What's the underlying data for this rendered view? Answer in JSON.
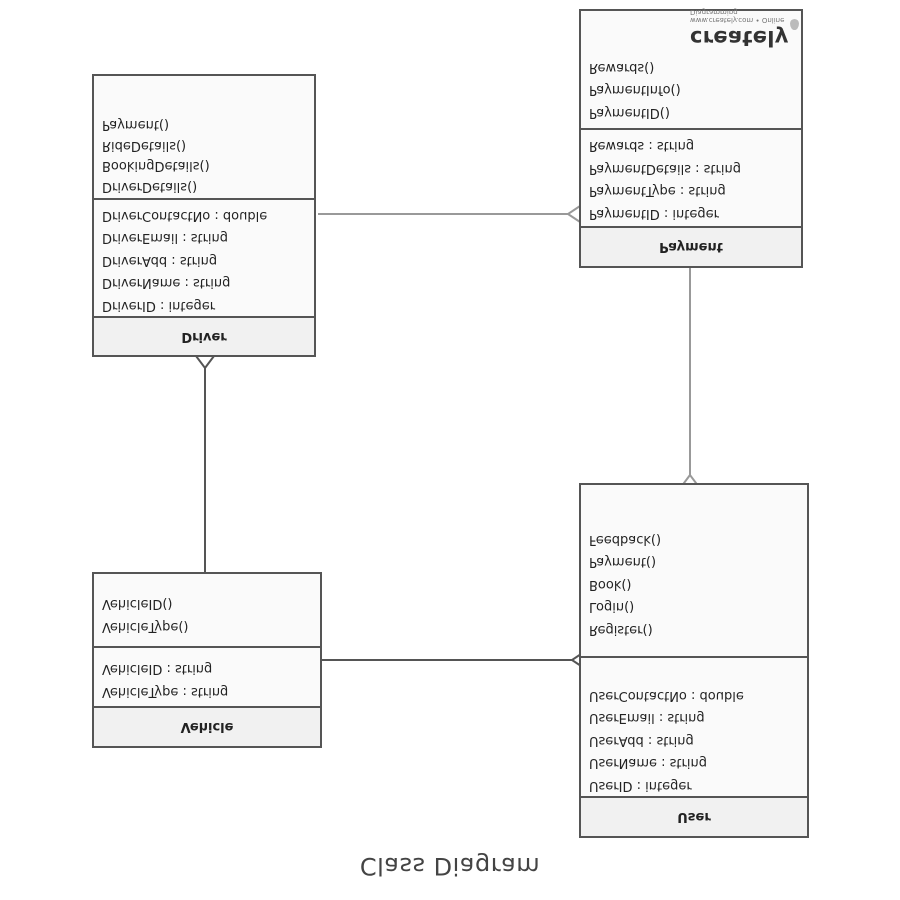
{
  "caption": "Class Diagram",
  "logo": {
    "brand": "creately",
    "tagline": "www.creately.com • Online Diagramming"
  },
  "classes": {
    "payment": {
      "name": "Payment",
      "attributes": [
        "PaymentID : integer",
        "PaymentType : string",
        "PaymentDetails : string",
        "Rewards : string"
      ],
      "operations": [
        "PaymentID()",
        "PaymentInfo()",
        "Rewards()"
      ]
    },
    "driver": {
      "name": "Driver",
      "attributes": [
        "DriverID : integer",
        "DriverName : string",
        "DriverAdd : string",
        "DriverEmail : string",
        "DriverContactNo : double"
      ],
      "operations": [
        "DriverDetails()",
        "BookingDetails()",
        "RideDetails()",
        "Payment()"
      ]
    },
    "user": {
      "name": "User",
      "attributes": [
        "UserID : integer",
        "UserName : string",
        "UserAdd : string",
        "UserEmail : string",
        "UserContactNo : double"
      ],
      "operations": [
        "Register()",
        "Login()",
        "Book()",
        "Payment()",
        "Feedback()"
      ]
    },
    "vehicle": {
      "name": "Vehicle",
      "attributes": [
        "VehicleType : string",
        "VehicleID : string"
      ],
      "operations": [
        "VehicleType()",
        "VehicleID()"
      ]
    }
  },
  "colors": {
    "border": "#555555",
    "line": "#999999",
    "header": "#f1f1f1",
    "body": "#fafafa"
  }
}
